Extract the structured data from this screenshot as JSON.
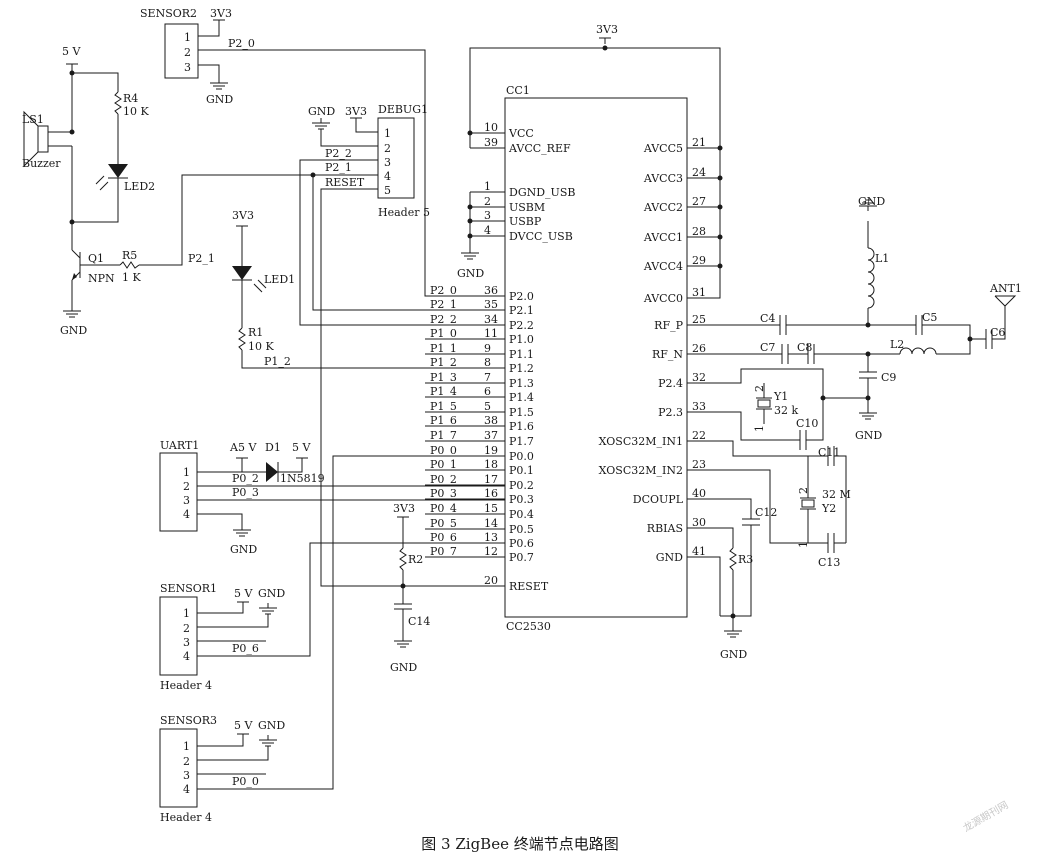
{
  "caption": "图 3   ZigBee 终端节点电路图",
  "watermark": "龙源期刊网",
  "chip": {
    "ref": "CC1",
    "part": "CC2530",
    "left_pins": [
      {
        "num": "10",
        "name": "VCC"
      },
      {
        "num": "39",
        "name": "AVCC_REF"
      },
      {
        "num": "1",
        "name": "DGND_USB"
      },
      {
        "num": "2",
        "name": "USBM"
      },
      {
        "num": "3",
        "name": "USBP"
      },
      {
        "num": "4",
        "name": "DVCC_USB"
      },
      {
        "num": "36",
        "name": "P2.0"
      },
      {
        "num": "35",
        "name": "P2.1"
      },
      {
        "num": "34",
        "name": "P2.2"
      },
      {
        "num": "11",
        "name": "P1.0"
      },
      {
        "num": "9",
        "name": "P1.1"
      },
      {
        "num": "8",
        "name": "P1.2"
      },
      {
        "num": "7",
        "name": "P1.3"
      },
      {
        "num": "6",
        "name": "P1.4"
      },
      {
        "num": "5",
        "name": "P1.5"
      },
      {
        "num": "38",
        "name": "P1.6"
      },
      {
        "num": "37",
        "name": "P1.7"
      },
      {
        "num": "19",
        "name": "P0.0"
      },
      {
        "num": "18",
        "name": "P0.1"
      },
      {
        "num": "17",
        "name": "P0.2"
      },
      {
        "num": "16",
        "name": "P0.3"
      },
      {
        "num": "15",
        "name": "P0.4"
      },
      {
        "num": "14",
        "name": "P0.5"
      },
      {
        "num": "13",
        "name": "P0.6"
      },
      {
        "num": "12",
        "name": "P0.7"
      },
      {
        "num": "20",
        "name": "RESET"
      }
    ],
    "right_pins": [
      {
        "num": "21",
        "name": "AVCC5"
      },
      {
        "num": "24",
        "name": "AVCC3"
      },
      {
        "num": "27",
        "name": "AVCC2"
      },
      {
        "num": "28",
        "name": "AVCC1"
      },
      {
        "num": "29",
        "name": "AVCC4"
      },
      {
        "num": "31",
        "name": "AVCC0"
      },
      {
        "num": "25",
        "name": "RF_P"
      },
      {
        "num": "26",
        "name": "RF_N"
      },
      {
        "num": "32",
        "name": "P2.4"
      },
      {
        "num": "33",
        "name": "P2.3"
      },
      {
        "num": "22",
        "name": "XOSC32M_IN1"
      },
      {
        "num": "23",
        "name": "XOSC32M_IN2"
      },
      {
        "num": "40",
        "name": "DCOUPL"
      },
      {
        "num": "30",
        "name": "RBIAS"
      },
      {
        "num": "41",
        "name": "GND"
      }
    ],
    "net_labels": [
      "P2_0",
      "P2_1",
      "P2_2",
      "P1_0",
      "P1_1",
      "P1_2",
      "P1_3",
      "P1_4",
      "P1_5",
      "P1_6",
      "P1_7",
      "P0_0",
      "P0_1",
      "P0_2",
      "P0_3",
      "P0_4",
      "P0_5",
      "P0_6",
      "P0_7"
    ]
  },
  "power": {
    "v33": "3V3",
    "v5": "5 V",
    "a5": "A5 V",
    "gnd": "GND"
  },
  "sensor2": {
    "ref": "SENSOR2",
    "pins": [
      "1",
      "2",
      "3"
    ],
    "net": "P2_0"
  },
  "debug": {
    "ref": "DEBUG1",
    "type": "Header 5",
    "pins": [
      "1",
      "2",
      "3",
      "4",
      "5"
    ],
    "nets": [
      "P2_2",
      "P2_1",
      "RESET"
    ]
  },
  "buzzer": {
    "ref": "LS1",
    "label": "Buzzer",
    "r4": "R4",
    "r4_val": "10 K",
    "led": "LED2",
    "q": "Q1",
    "q_type": "NPN",
    "r5": "R5",
    "r5_val": "1 K",
    "net": "P2_1"
  },
  "led1": {
    "ref": "LED1",
    "r": "R1",
    "r_val": "10 K",
    "net": "P1_2"
  },
  "uart": {
    "ref": "UART1",
    "pins": [
      "1",
      "2",
      "3",
      "4"
    ],
    "d": "D1",
    "d_part": "1N5819",
    "nets": [
      "P0_2",
      "P0_3"
    ]
  },
  "sensor1": {
    "ref": "SENSOR1",
    "type": "Header 4",
    "pins": [
      "1",
      "2",
      "3",
      "4"
    ],
    "net": "P0_6"
  },
  "sensor3": {
    "ref": "SENSOR3",
    "type": "Header 4",
    "pins": [
      "1",
      "2",
      "3",
      "4"
    ],
    "net": "P0_0"
  },
  "reset": {
    "r": "R2",
    "c": "C14"
  },
  "rf": {
    "c4": "C4",
    "c5": "C5",
    "c6": "C6",
    "c7": "C7",
    "c8": "C8",
    "c9": "C9",
    "l1": "L1",
    "l2": "L2",
    "ant": "ANT1"
  },
  "xtal": {
    "y1": "Y1",
    "y1_val": "32 k",
    "c10": "C10",
    "y2": "Y2",
    "y2_val": "32 M",
    "c11": "C11",
    "c13": "C13",
    "p1": "1",
    "p2": "2"
  },
  "misc": {
    "c12": "C12",
    "r3": "R3"
  }
}
